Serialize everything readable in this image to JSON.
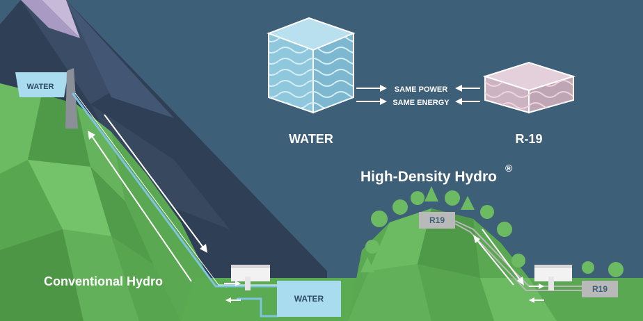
{
  "comparison": {
    "left_label": "WATER",
    "right_label": "R-19",
    "arrow_top": "SAME POWER",
    "arrow_bottom": "SAME ENERGY"
  },
  "high_density": {
    "title": "High-Density Hydro",
    "mark": "®",
    "upper_tank": "R19",
    "lower_tank": "R19"
  },
  "conventional": {
    "title": "Conventional Hydro",
    "upper_reservoir": "WATER",
    "lower_reservoir": "WATER"
  },
  "colors": {
    "sky": "#3e5f78",
    "grass": "#5faf55",
    "water_box": "#a9dcee",
    "r19_box": "#b9b9b9"
  }
}
